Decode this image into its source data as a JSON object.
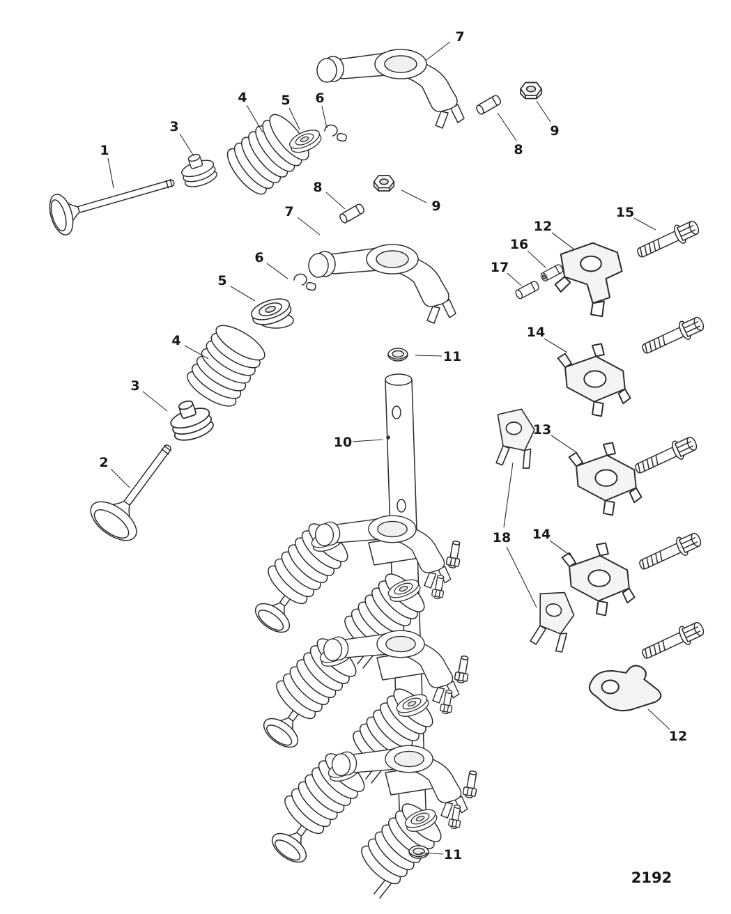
{
  "figure_number": "2192",
  "colors": {
    "ink": "#2a2a2a",
    "paper": "#ffffff"
  },
  "callouts": [
    {
      "part": "7"
    },
    {
      "part": "4"
    },
    {
      "part": "5"
    },
    {
      "part": "6"
    },
    {
      "part": "3"
    },
    {
      "part": "1"
    },
    {
      "part": "8"
    },
    {
      "part": "9"
    },
    {
      "part": "8"
    },
    {
      "part": "9"
    },
    {
      "part": "7"
    },
    {
      "part": "15"
    },
    {
      "part": "12"
    },
    {
      "part": "16"
    },
    {
      "part": "17"
    },
    {
      "part": "6"
    },
    {
      "part": "5"
    },
    {
      "part": "14"
    },
    {
      "part": "4"
    },
    {
      "part": "11"
    },
    {
      "part": "3"
    },
    {
      "part": "10"
    },
    {
      "part": "13"
    },
    {
      "part": "2"
    },
    {
      "part": "18"
    },
    {
      "part": "14"
    },
    {
      "part": "12"
    },
    {
      "part": "11"
    }
  ]
}
